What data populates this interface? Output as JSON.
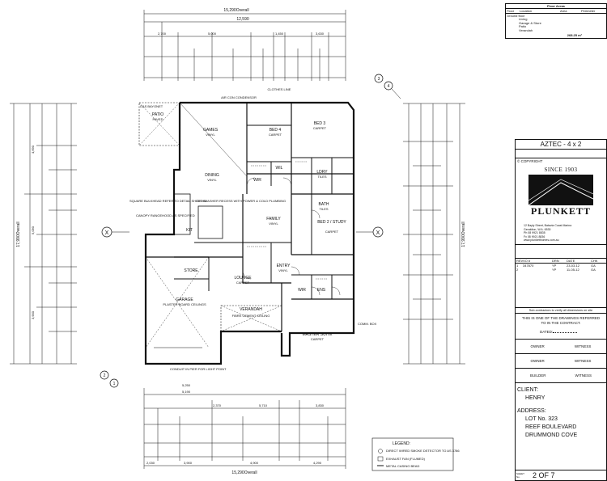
{
  "floor_areas": {
    "title": "Floor Areas",
    "headers": [
      "Floor",
      "Location",
      "Area",
      "Perimeter"
    ],
    "floor_name": "Ground floor",
    "rows": [
      {
        "location": "Living",
        "area": "",
        "perimeter": ""
      },
      {
        "location": "Garage & Store",
        "area": "",
        "perimeter": ""
      },
      {
        "location": "Patio",
        "area": "",
        "perimeter": ""
      },
      {
        "location": "Verandah",
        "area": "",
        "perimeter": ""
      }
    ],
    "total": "268.25 m²"
  },
  "dimensions": {
    "top_overall": "15,290Overall",
    "top_second": "12,590",
    "bottom_overall": "15,290Overall",
    "left_overall": "17,990Overall",
    "right_overall": "17,990Overall",
    "bottom_chain": [
      "2,030",
      "3,900",
      "4,900",
      "4,290"
    ],
    "left_chain": [
      "4,690",
      "5,090",
      "3,900"
    ],
    "top_row1": [
      "2,700",
      "5,000",
      "1,450",
      "3,630"
    ],
    "bottom_row1": [
      "5,250",
      "5,190",
      "2,370",
      "5,710",
      "3,830"
    ]
  },
  "markers": {
    "x_left": "X",
    "x_right": "X",
    "callout_a_top": "3",
    "callout_a_bottom": "4",
    "callout_b_top": "2",
    "callout_b_bottom": "1"
  },
  "rooms": [
    {
      "name": "PATIO",
      "sub": "PAVED"
    },
    {
      "name": "GAMES",
      "sub": "VINYL"
    },
    {
      "name": "BED 4",
      "sub": "CARPET"
    },
    {
      "name": "BED 3",
      "sub": "CARPET"
    },
    {
      "name": "DINING",
      "sub": "VINYL"
    },
    {
      "name": "LDRY",
      "sub": "TILES"
    },
    {
      "name": "BATH",
      "sub": "TILES"
    },
    {
      "name": "WIR",
      "sub": ""
    },
    {
      "name": "WIL",
      "sub": ""
    },
    {
      "name": "FAMILY",
      "sub": "VINYL"
    },
    {
      "name": "BED 2 / STUDY",
      "sub": "CARPET"
    },
    {
      "name": "KIT",
      "sub": ""
    },
    {
      "name": "STORE",
      "sub": ""
    },
    {
      "name": "LOUNGE",
      "sub": "CARPET"
    },
    {
      "name": "ENTRY",
      "sub": "VINYL"
    },
    {
      "name": "GARAGE",
      "sub": "PLASTER BOARD CEILINGS"
    },
    {
      "name": "VERANDAH",
      "sub": "FIBRE CEMENT CEILING"
    },
    {
      "name": "MASTER SUITE",
      "sub": "CARPET"
    },
    {
      "name": "ENS",
      "sub": ""
    },
    {
      "name": "WIR",
      "sub": ""
    }
  ],
  "notes": {
    "aircon": "AIR CON CONDENSOR",
    "clothes_line": "CLOTHES LINE",
    "gas_heater": "GAS BAYONET",
    "square_bulkhead": "SQUARE BULKHEAD REFER TO DETAIL SHEET 02",
    "canopy": "CANOPY RANGEHOOD AS SPECIFIED",
    "dishwasher": "DISHWASHER RECESS WITH POWER & COLD PLUMBING",
    "conduit": "CONDUIT IN PIER FOR LIGHT POINT",
    "comm_box": "COMM. BOX"
  },
  "legend": {
    "title": "LEGEND:",
    "items": [
      "DIRECT WIRED SMOKE DETECTOR TO AS 3786",
      "EXHAUST FAN (FLUMED)",
      "METAL CASING BEAD"
    ]
  },
  "title_block": {
    "project": "AZTEC - 4 x 2",
    "copyright": "© COPYRIGHT",
    "since": "SINCE 1903",
    "company": "PLUNKETT",
    "address_lines": [
      "12 Bayly Street, Batavia Coast Marina",
      "Geraldton, W.A. 6530",
      "Ph 08 9921 8835",
      "Fx 08 9921 8836",
      "www.plunketthomes.com.au"
    ],
    "rev_headers": [
      "REV",
      "VO #",
      "DRN",
      "DATE",
      "CHK"
    ],
    "revisions": [
      {
        "rev": "1",
        "vo": "347870",
        "drn": "YP",
        "date": "23-03-12",
        "chk": "GA"
      },
      {
        "rev": "2",
        "vo": "",
        "drn": "YP",
        "date": "11-05-12",
        "chk": "GA"
      }
    ],
    "subcontractors": "Sub-contractors to verify all dimensions on site",
    "contract_note": "THIS IS ONE OF THE DRAWINGS REFERRED TO IN THE CONTRACT.",
    "dated_label": "DATED:",
    "sign_rows": [
      {
        "left": "OWNER",
        "right": "WITNESS"
      },
      {
        "left": "OWNER",
        "right": "WITNESS"
      },
      {
        "left": "BUILDER",
        "right": "WITNESS"
      }
    ],
    "client_label": "CLIENT:",
    "client": "HENRY",
    "address_label": "ADDRESS:",
    "lot": "LOT No. 323",
    "street": "REEF BOULEVARD",
    "suburb": "DRUMMOND COVE",
    "sheet_label": "SHEET No.",
    "sheet": "2 OF 7"
  }
}
